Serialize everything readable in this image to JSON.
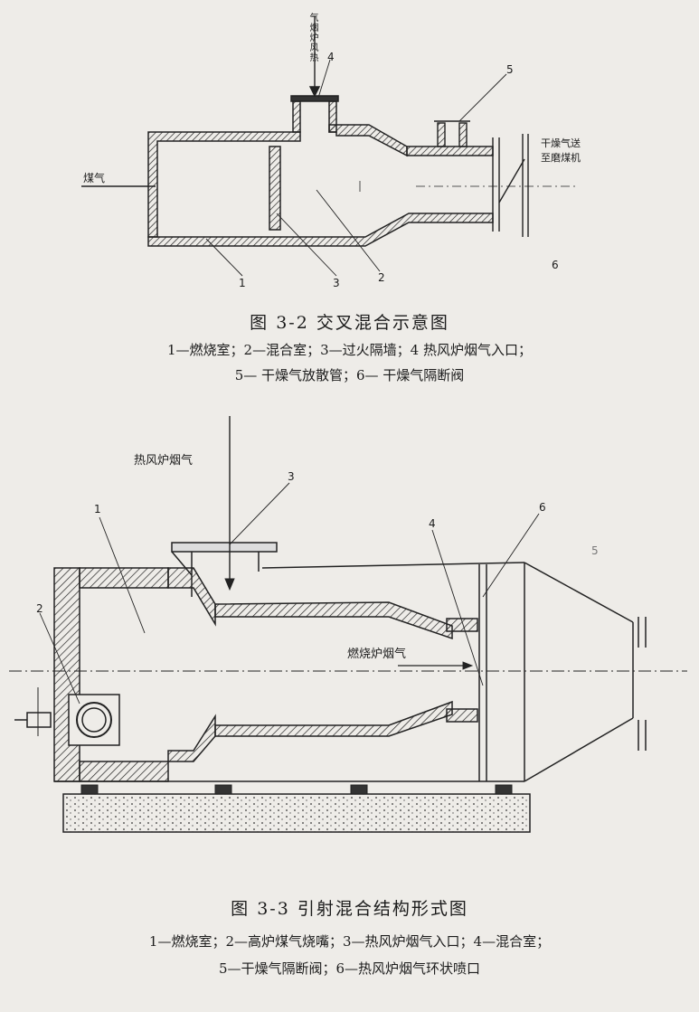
{
  "figure1": {
    "caption_title": "图 3-2   交叉混合示意图",
    "legend_line1": "1—燃烧室；2—混合室；3—过火隔墙；4  热风炉烟气入口；",
    "legend_line2": "5— 干燥气放散管；6— 干燥气隔断阀",
    "labels": {
      "top_inlet": "气烟炉风热",
      "left_gas": "煤气",
      "right_outlet_1": "干燥气送",
      "right_outlet_2": "至磨煤机",
      "n1": "1",
      "n2": "2",
      "n3": "3",
      "n4": "4",
      "n5": "5",
      "n6": "6"
    }
  },
  "figure2": {
    "caption_title": "图 3-3   引射混合结构形式图",
    "legend_line1": "1—燃烧室；2—高炉煤气烧嘴；3—热风炉烟气入口；4—混合室；",
    "legend_line2": "5—干燥气隔断阀；6—热风炉烟气环状喷口",
    "labels": {
      "top_inlet": "热风炉烟气",
      "center_flow": "燃烧炉烟气",
      "n1": "1",
      "n2": "2",
      "n3": "3",
      "n4": "4",
      "n5": "5",
      "n6": "6"
    }
  }
}
